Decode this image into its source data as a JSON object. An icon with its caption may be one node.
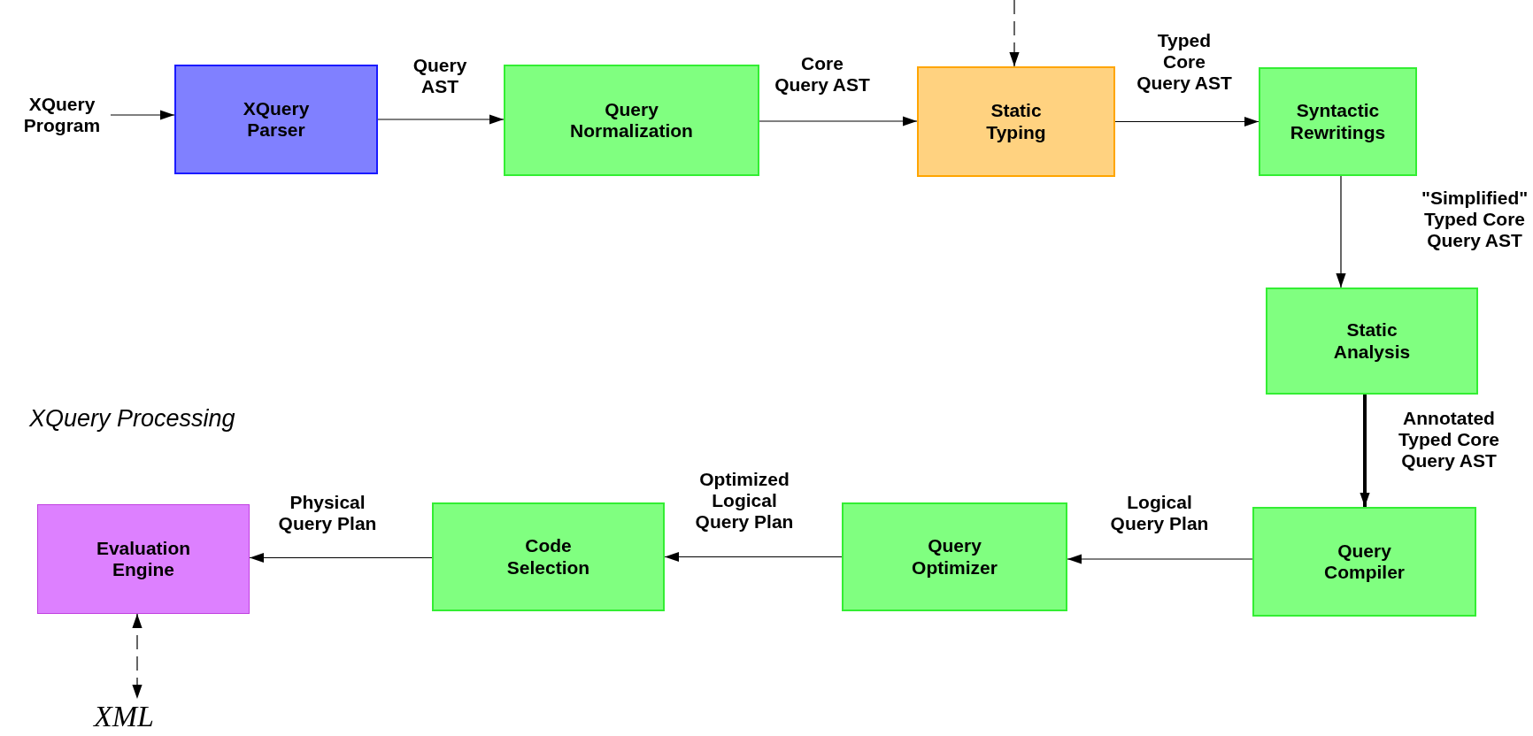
{
  "diagram": {
    "nodes": [
      {
        "text": [
          "XQuery Program"
        ]
      },
      {
        "text": [
          "XQuery Parser"
        ]
      },
      {
        "text": [
          "Query Normalization"
        ]
      },
      {
        "text": [
          "Static Typing"
        ]
      },
      {
        "text": [
          "Syntactic Rewritings"
        ]
      },
      {
        "text": [
          "Static Analysis"
        ]
      },
      {
        "text": [
          "Query Compiler"
        ]
      },
      {
        "text": [
          "Query Optimizer"
        ]
      },
      {
        "text": [
          "Code Selection"
        ]
      },
      {
        "text": [
          "Evaluation Engine"
        ]
      },
      {
        "text": [
          "XML"
        ]
      }
    ],
    "edges": [
      {
        "from": 0,
        "to": 1,
        "arrow": "to"
      },
      {
        "from": 1,
        "to": 2,
        "arrow": "to",
        "label": "Query AST"
      },
      {
        "from": 2,
        "to": 3,
        "arrow": "to",
        "label": "Core Query AST"
      },
      {
        "from": null,
        "to": 3,
        "arrow": "to",
        "style": "dashed"
      },
      {
        "from": 3,
        "to": 4,
        "arrow": "to",
        "label": "Typed Core Query AST"
      },
      {
        "from": 4,
        "to": 5,
        "arrow": "to",
        "label": "\"Simplified\" Typed Core Query AST"
      },
      {
        "from": 5,
        "to": 6,
        "arrow": "to",
        "style": "thick",
        "label": "Annotated Typed Core Query AST"
      },
      {
        "from": 6,
        "to": 7,
        "arrow": "to",
        "label": "Logical Query Plan"
      },
      {
        "from": 7,
        "to": 8,
        "arrow": "to",
        "label": "Optimized Logical Query Plan"
      },
      {
        "from": 8,
        "to": 9,
        "arrow": "to",
        "label": "Physical Query Plan"
      },
      {
        "from": 9,
        "to": 10,
        "arrow": "both",
        "style": "dashed"
      }
    ],
    "labels": [
      "XQuery Processing"
    ]
  }
}
